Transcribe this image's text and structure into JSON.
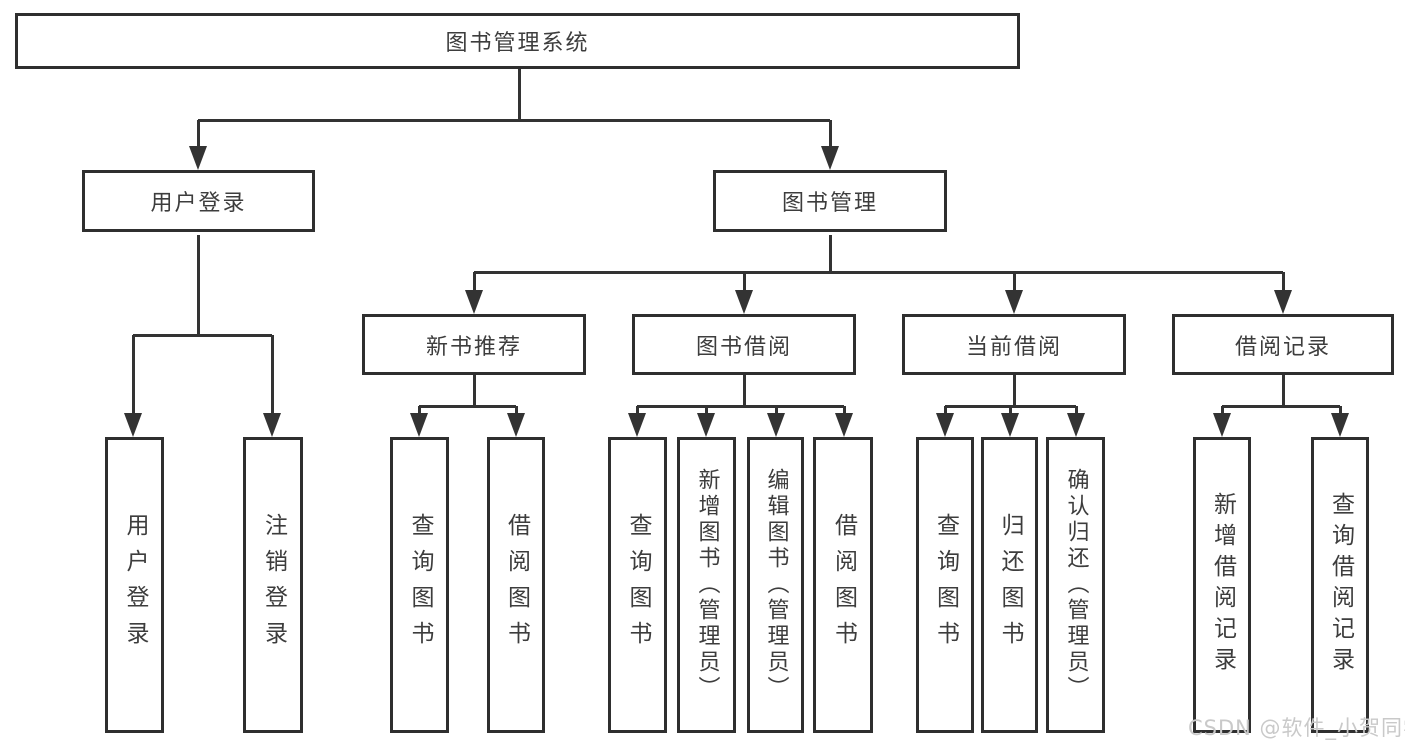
{
  "colors": {
    "line": "#333333",
    "border": "#2f2f2f",
    "text": "#3d3d3d",
    "bg": "#ffffff",
    "watermark": "#c9c9c9"
  },
  "watermark": {
    "text": "CSDN @软件_小贺同学"
  },
  "diagram": {
    "root": {
      "label": "图书管理系统",
      "children": [
        {
          "label": "用户登录",
          "children": [
            {
              "label": "用户登录"
            },
            {
              "label": "注销登录"
            }
          ]
        },
        {
          "label": "图书管理",
          "children": [
            {
              "label": "新书推荐",
              "children": [
                {
                  "label": "查询图书"
                },
                {
                  "label": "借阅图书"
                }
              ]
            },
            {
              "label": "图书借阅",
              "children": [
                {
                  "label": "查询图书"
                },
                {
                  "label": "新增图书（管理员）"
                },
                {
                  "label": "编辑图书（管理员）"
                },
                {
                  "label": "借阅图书"
                }
              ]
            },
            {
              "label": "当前借阅",
              "children": [
                {
                  "label": "查询图书"
                },
                {
                  "label": "归还图书"
                },
                {
                  "label": "确认归还（管理员）"
                }
              ]
            },
            {
              "label": "借阅记录",
              "children": [
                {
                  "label": "新增借阅记录"
                },
                {
                  "label": "查询借阅记录"
                }
              ]
            }
          ]
        }
      ]
    }
  }
}
